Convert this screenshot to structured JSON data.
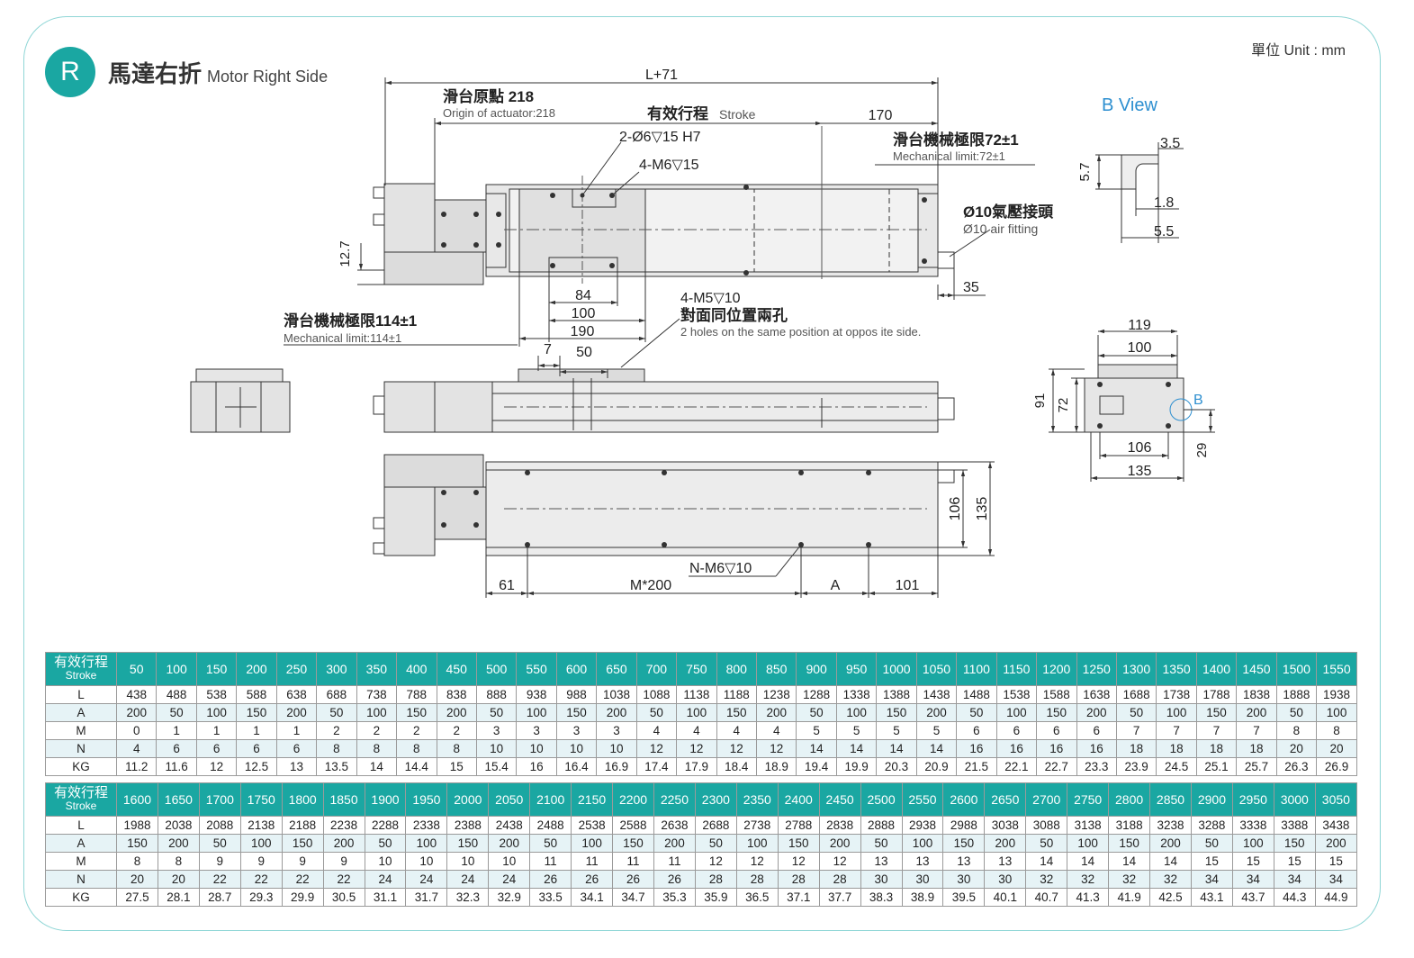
{
  "header": {
    "badge": "R",
    "title_zh": "馬達右折",
    "title_en": "Motor Right Side",
    "unit": "單位 Unit : mm"
  },
  "drawing": {
    "dim_L71": "L+71",
    "origin_zh": "滑台原點 218",
    "origin_en": "Origin of actuator:218",
    "stroke_zh": "有效行程",
    "stroke_en": "Stroke",
    "dim_170": "170",
    "hole_2": "2-Ø6▽15 H7",
    "hole_4m6": "4-M6▽15",
    "mech72_zh": "滑台機械極限72±1",
    "mech72_en": "Mechanical limit:72±1",
    "air_zh": "Ø10氣壓接頭",
    "air_en": "Ø10 air fitting",
    "dim_12_7": "12.7",
    "dim_84": "84",
    "dim_100": "100",
    "dim_190": "190",
    "dim_35": "35",
    "m5_zh1": "4-M5▽10",
    "m5_zh2": "對面同位置兩孔",
    "m5_en": "2 holes on the same position at oppos ite side.",
    "mech114_zh": "滑台機械極限114±1",
    "mech114_en": "Mechanical limit:114±1",
    "dim_7": "7",
    "dim_50": "50",
    "bview": "B View",
    "dim_3_5": "3.5",
    "dim_5_7": "5.7",
    "dim_1_8": "1.8",
    "dim_5_5": "5.5",
    "dim_119": "119",
    "dim_100b": "100",
    "dim_91": "91",
    "dim_72": "72",
    "b_mark": "B",
    "dim_106": "106",
    "dim_135": "135",
    "dim_29": "29",
    "dim_106v": "106",
    "dim_135v": "135",
    "nm6": "N-M6▽10",
    "dim_61": "61",
    "dim_m200": "M*200",
    "dim_a": "A",
    "dim_101": "101"
  },
  "table1": {
    "head_zh": "有效行程",
    "head_en": "Stroke",
    "strokes": [
      "50",
      "100",
      "150",
      "200",
      "250",
      "300",
      "350",
      "400",
      "450",
      "500",
      "550",
      "600",
      "650",
      "700",
      "750",
      "800",
      "850",
      "900",
      "950",
      "1000",
      "1050",
      "1100",
      "1150",
      "1200",
      "1250",
      "1300",
      "1350",
      "1400",
      "1450",
      "1500",
      "1550"
    ],
    "rows": [
      {
        "label": "L",
        "values": [
          "438",
          "488",
          "538",
          "588",
          "638",
          "688",
          "738",
          "788",
          "838",
          "888",
          "938",
          "988",
          "1038",
          "1088",
          "1138",
          "1188",
          "1238",
          "1288",
          "1338",
          "1388",
          "1438",
          "1488",
          "1538",
          "1588",
          "1638",
          "1688",
          "1738",
          "1788",
          "1838",
          "1888",
          "1938"
        ]
      },
      {
        "label": "A",
        "values": [
          "200",
          "50",
          "100",
          "150",
          "200",
          "50",
          "100",
          "150",
          "200",
          "50",
          "100",
          "150",
          "200",
          "50",
          "100",
          "150",
          "200",
          "50",
          "100",
          "150",
          "200",
          "50",
          "100",
          "150",
          "200",
          "50",
          "100",
          "150",
          "200",
          "50",
          "100"
        ]
      },
      {
        "label": "M",
        "values": [
          "0",
          "1",
          "1",
          "1",
          "1",
          "2",
          "2",
          "2",
          "2",
          "3",
          "3",
          "3",
          "3",
          "4",
          "4",
          "4",
          "4",
          "5",
          "5",
          "5",
          "5",
          "6",
          "6",
          "6",
          "6",
          "7",
          "7",
          "7",
          "7",
          "8",
          "8"
        ]
      },
      {
        "label": "N",
        "values": [
          "4",
          "6",
          "6",
          "6",
          "6",
          "8",
          "8",
          "8",
          "8",
          "10",
          "10",
          "10",
          "10",
          "12",
          "12",
          "12",
          "12",
          "14",
          "14",
          "14",
          "14",
          "16",
          "16",
          "16",
          "16",
          "18",
          "18",
          "18",
          "18",
          "20",
          "20"
        ]
      },
      {
        "label": "KG",
        "values": [
          "11.2",
          "11.6",
          "12",
          "12.5",
          "13",
          "13.5",
          "14",
          "14.4",
          "15",
          "15.4",
          "16",
          "16.4",
          "16.9",
          "17.4",
          "17.9",
          "18.4",
          "18.9",
          "19.4",
          "19.9",
          "20.3",
          "20.9",
          "21.5",
          "22.1",
          "22.7",
          "23.3",
          "23.9",
          "24.5",
          "25.1",
          "25.7",
          "26.3",
          "26.9"
        ]
      }
    ]
  },
  "table2": {
    "head_zh": "有效行程",
    "head_en": "Stroke",
    "strokes": [
      "1600",
      "1650",
      "1700",
      "1750",
      "1800",
      "1850",
      "1900",
      "1950",
      "2000",
      "2050",
      "2100",
      "2150",
      "2200",
      "2250",
      "2300",
      "2350",
      "2400",
      "2450",
      "2500",
      "2550",
      "2600",
      "2650",
      "2700",
      "2750",
      "2800",
      "2850",
      "2900",
      "2950",
      "3000",
      "3050"
    ],
    "rows": [
      {
        "label": "L",
        "values": [
          "1988",
          "2038",
          "2088",
          "2138",
          "2188",
          "2238",
          "2288",
          "2338",
          "2388",
          "2438",
          "2488",
          "2538",
          "2588",
          "2638",
          "2688",
          "2738",
          "2788",
          "2838",
          "2888",
          "2938",
          "2988",
          "3038",
          "3088",
          "3138",
          "3188",
          "3238",
          "3288",
          "3338",
          "3388",
          "3438"
        ]
      },
      {
        "label": "A",
        "values": [
          "150",
          "200",
          "50",
          "100",
          "150",
          "200",
          "50",
          "100",
          "150",
          "200",
          "50",
          "100",
          "150",
          "200",
          "50",
          "100",
          "150",
          "200",
          "50",
          "100",
          "150",
          "200",
          "50",
          "100",
          "150",
          "200",
          "50",
          "100",
          "150",
          "200"
        ]
      },
      {
        "label": "M",
        "values": [
          "8",
          "8",
          "9",
          "9",
          "9",
          "9",
          "10",
          "10",
          "10",
          "10",
          "11",
          "11",
          "11",
          "11",
          "12",
          "12",
          "12",
          "12",
          "13",
          "13",
          "13",
          "13",
          "14",
          "14",
          "14",
          "14",
          "15",
          "15",
          "15",
          "15"
        ]
      },
      {
        "label": "N",
        "values": [
          "20",
          "20",
          "22",
          "22",
          "22",
          "22",
          "24",
          "24",
          "24",
          "24",
          "26",
          "26",
          "26",
          "26",
          "28",
          "28",
          "28",
          "28",
          "30",
          "30",
          "30",
          "30",
          "32",
          "32",
          "32",
          "32",
          "34",
          "34",
          "34",
          "34"
        ]
      },
      {
        "label": "KG",
        "values": [
          "27.5",
          "28.1",
          "28.7",
          "29.3",
          "29.9",
          "30.5",
          "31.1",
          "31.7",
          "32.3",
          "32.9",
          "33.5",
          "34.1",
          "34.7",
          "35.3",
          "35.9",
          "36.5",
          "37.1",
          "37.7",
          "38.3",
          "38.9",
          "39.5",
          "40.1",
          "40.7",
          "41.3",
          "41.9",
          "42.5",
          "43.1",
          "43.7",
          "44.3",
          "44.9"
        ]
      }
    ]
  }
}
